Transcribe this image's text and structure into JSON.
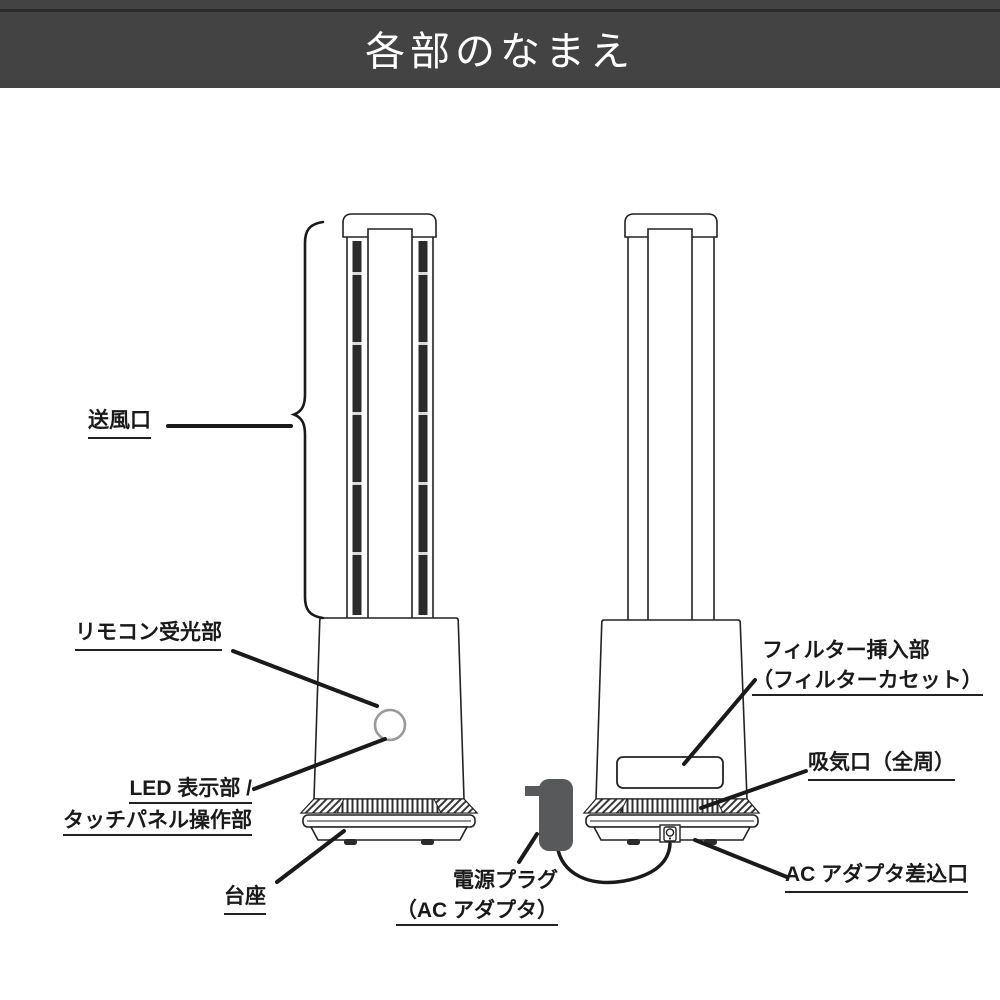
{
  "header": {
    "title": "各部のなまえ"
  },
  "labels": {
    "air_outlet": "送風口",
    "remote_receiver": "リモコン受光部",
    "led_display_line1": "LED 表示部 /",
    "led_display_line2": "タッチパネル操作部",
    "base": "台座",
    "filter_slot_line1": "フィルター挿入部",
    "filter_slot_line2": "（フィルターカセット）",
    "intake": "吸気口（全周）",
    "power_plug_line1": "電源プラグ",
    "power_plug_line2": "（AC アダプタ）",
    "ac_adapter_socket": "AC アダプタ差込口"
  },
  "colors": {
    "banner_background": "#434343",
    "banner_dark_line": "#2a2a2a",
    "title_text": "#ffffff",
    "label_text": "#1a1a1a",
    "line_art": "#222222",
    "receiver_circle_stroke": "#9a9a9a",
    "ac_adapter_fill": "#58595b",
    "page_background": "#ffffff"
  },
  "figures": {
    "front_view": "tower fan front view",
    "rear_view": "tower fan rear view",
    "ac_adapter": "AC adapter with cable"
  }
}
